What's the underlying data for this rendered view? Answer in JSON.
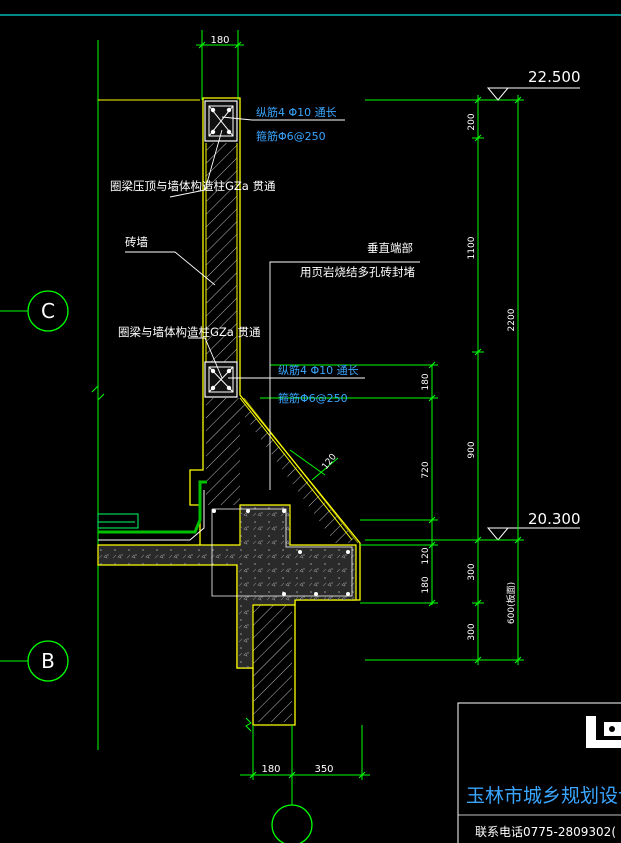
{
  "colors": {
    "background": "#000000",
    "wall": "#ffff00",
    "dimension": "#00ff00",
    "text": "#ffffff",
    "rebar_note": "#3aa6ff",
    "hatch": "#b8b8b8",
    "concrete": "#8a8a8a",
    "waterproof": "#00c000"
  },
  "elevations": {
    "top": "22.500",
    "lower": "20.300"
  },
  "dims_top": {
    "width": "180"
  },
  "dims_bottom": {
    "left": "180",
    "right": "350"
  },
  "dims_right": {
    "seg1": "200",
    "seg2": "1100",
    "seg3": "900",
    "seg4": "300",
    "seg5": "300",
    "total_upper": "2200",
    "total_lower": "600(板面)"
  },
  "dims_mid": {
    "seg1": "180",
    "seg2": "720",
    "seg3": "120",
    "seg4": "180",
    "slope": "120"
  },
  "axes": {
    "c": "C",
    "b": "B"
  },
  "notes": {
    "rebar_top_long": "纵筋4 Φ10 通长",
    "rebar_top_stirrup": "箍筋Φ6@250",
    "ring_beam_top": "圈梁压顶与墙体构造柱GZa 贯通",
    "brick_wall": "砖墙",
    "vertical_end_1": "垂直端部",
    "vertical_end_2": "用页岩烧结多孔砖封堵",
    "ring_beam_mid": "圈梁与墙体构造柱GZa 贯通",
    "rebar_mid_long": "纵筋4 Φ10 通长",
    "rebar_mid_stirrup": "箍筋Φ6@250"
  },
  "title_block": {
    "company": "玉林市城乡规划设计院",
    "phone": "联系电话0775-2809302("
  }
}
